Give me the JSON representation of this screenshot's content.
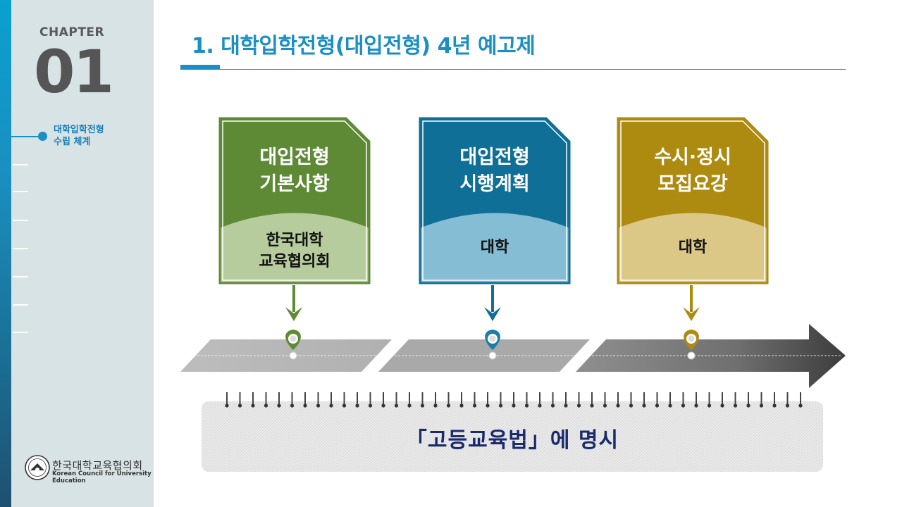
{
  "sidebar": {
    "chapter_label": "CHAPTER",
    "chapter_number": "01",
    "nav_active": "대학입학전형\n수립 체계",
    "logo_ko": "한국대학교육협의회",
    "logo_en": "Korean Council for University Education"
  },
  "header": {
    "title": "1. 대학입학전형(대입전형) 4년 예고제"
  },
  "cards": [
    {
      "top": "대입전형\n기본사항",
      "bottom": "한국대학\n교육협의회",
      "color": "#5f8a35",
      "light": "#b7cc9c"
    },
    {
      "top": "대입전형\n시행계획",
      "bottom": "대학",
      "color": "#0f6f96",
      "light": "#84bdd4"
    },
    {
      "top": "수시·정시\n모집요강",
      "bottom": "대학",
      "color": "#ad8a10",
      "light": "#dcc886"
    }
  ],
  "footer": {
    "law_text": "「고등교육법」에 명시"
  },
  "icons": [
    "down-arrow-icon",
    "map-pin-icon",
    "timeline-arrow-icon",
    "spiral-binding-icon",
    "kcue-logo-icon"
  ]
}
